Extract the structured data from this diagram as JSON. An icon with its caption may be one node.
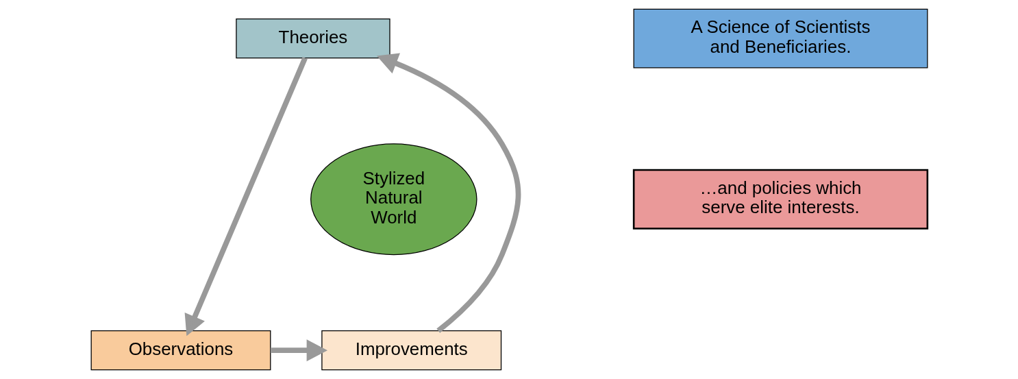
{
  "diagram": {
    "nodes": [
      {
        "text": [
          "Theories"
        ]
      },
      {
        "text": [
          "Observations"
        ]
      },
      {
        "text": [
          "Improvements"
        ]
      },
      {
        "text": [
          "Stylized Natural World"
        ]
      },
      {
        "text": [
          "A Science of Scientists and Beneficiaries."
        ]
      },
      {
        "text": [
          "…and policies which serve elite interests."
        ]
      }
    ],
    "edges": [
      {
        "from": 0,
        "to": 1,
        "arrow": "to"
      },
      {
        "from": 1,
        "to": 2,
        "arrow": "to"
      },
      {
        "from": 2,
        "to": 0,
        "arrow": "to"
      }
    ]
  }
}
